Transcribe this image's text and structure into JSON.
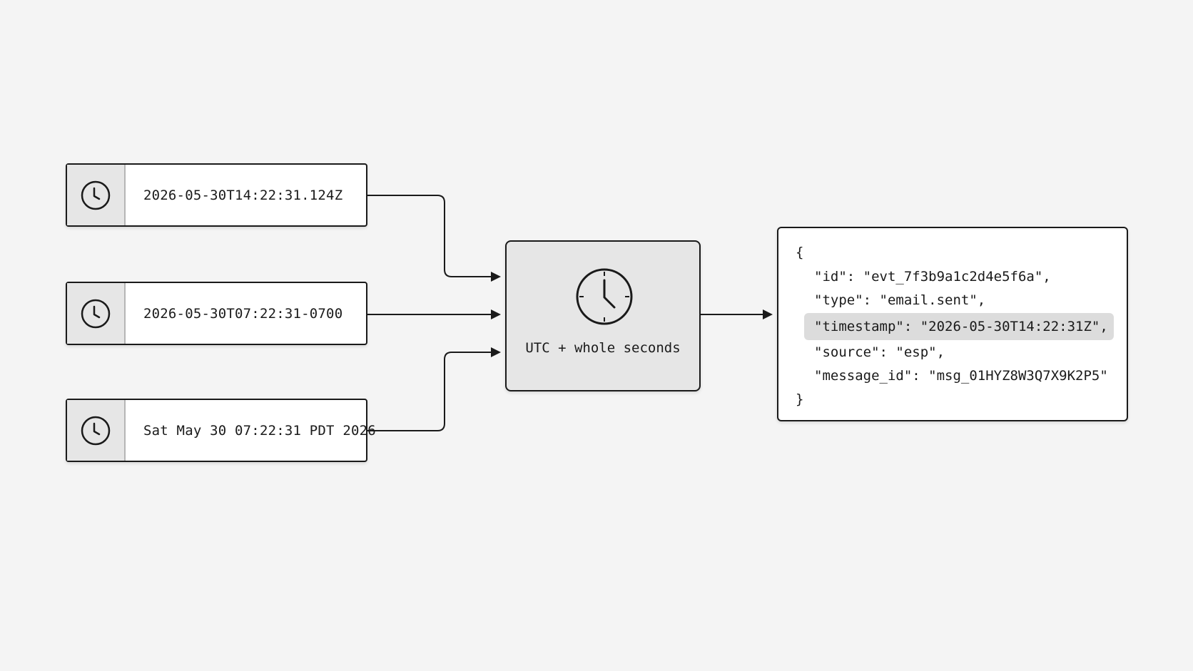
{
  "inputs": [
    {
      "value": "2026-05-30T14:22:31.124Z",
      "icon": "clock-icon"
    },
    {
      "value": "2026-05-30T07:22:31-0700",
      "icon": "clock-icon"
    },
    {
      "value": "Sat May 30 07:22:31 PDT 2026",
      "icon": "clock-icon"
    }
  ],
  "normalizer": {
    "label": "UTC + whole seconds",
    "icon": "clock-icon"
  },
  "output": {
    "open_brace": "{",
    "lines": [
      "\"id\": \"evt_7f3b9a1c2d4e5f6a\",",
      "\"type\": \"email.sent\",",
      "\"timestamp\": \"2026-05-30T14:22:31Z\",",
      "\"source\": \"esp\",",
      "\"message_id\": \"msg_01HYZ8W3Q7X9K2P5\""
    ],
    "close_brace": "}",
    "highlighted_line": 2
  },
  "colors": {
    "background": "#f4f4f4",
    "stroke": "#1a1a1a",
    "box_fill": "#ffffff",
    "processor_fill": "#e6e6e6",
    "highlight": "#dcdcdc"
  }
}
